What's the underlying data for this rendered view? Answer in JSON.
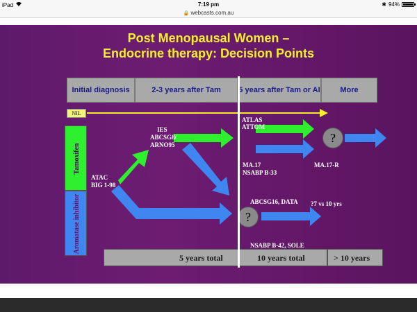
{
  "statusbar": {
    "device": "iPad",
    "time": "7:19 pm",
    "battery": "94%"
  },
  "url": "webcasts.com.au",
  "slide": {
    "title_line1": "Post Menopausal Women –",
    "title_line2": "Endocrine therapy: Decision Points",
    "headers": [
      "Initial diagnosis",
      "2-3 years  after Tam",
      "5 years after Tam or AI",
      "More"
    ],
    "nil": "NIL",
    "tamoxifen": "Tamoxifen",
    "aromatase": "Aromatase inhibitor",
    "labels": {
      "atac": "ATAC",
      "big": "BIG 1-98",
      "ies": "IES",
      "abcsg8": "ABCSG8/",
      "arno95": "ARNO95",
      "atlas": "ATLAS",
      "attom": "ATTOM",
      "ma17": "MA.17",
      "nsabp33": "NSABP B-33",
      "ma17r": "MA.17-R",
      "abcsg16": "ABCSG16, DATA",
      "vs": "?7 vs 10 yrs",
      "nsabp42": "NSABP B-42, SOLE"
    },
    "question": "?",
    "bottom": {
      "five": "5 years total",
      "ten": "10 years total",
      "more": "> 10 years"
    },
    "colors": {
      "background": "#661a6e",
      "title": "#f5ef2a",
      "green": "#2ef02e",
      "blue": "#3f86f0"
    }
  }
}
